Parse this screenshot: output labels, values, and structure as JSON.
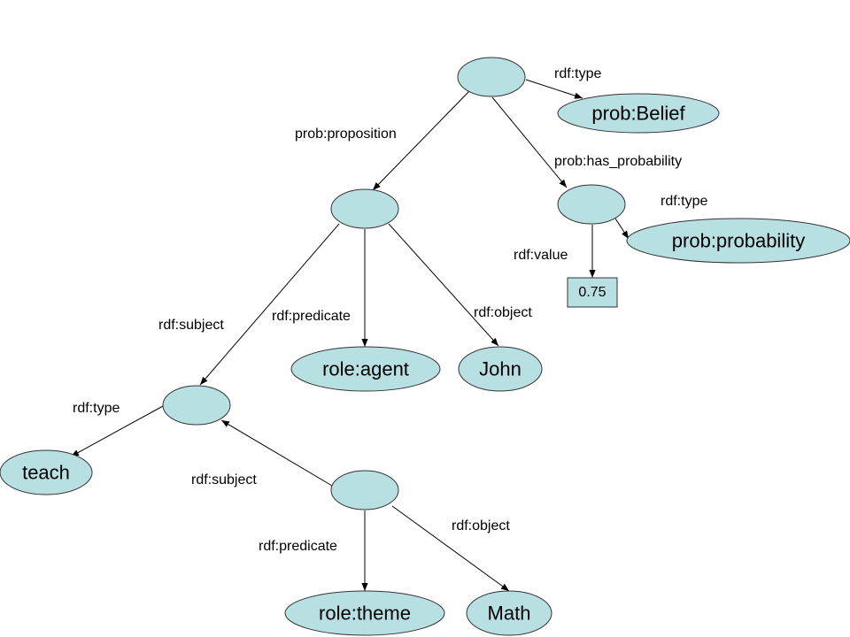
{
  "diagram": {
    "title": "",
    "colors": {
      "node_fill": "#b8dfe2",
      "node_stroke": "#333333",
      "edge": "#000000"
    },
    "nodes": [
      {
        "id": "belief",
        "label": ""
      },
      {
        "id": "prob_belief",
        "label": "prob:Belief"
      },
      {
        "id": "prop",
        "label": ""
      },
      {
        "id": "prob_node",
        "label": ""
      },
      {
        "id": "prob_probability",
        "label": "prob:probability"
      },
      {
        "id": "value",
        "label": "0.75",
        "kind": "literal"
      },
      {
        "id": "role_agent",
        "label": "role:agent"
      },
      {
        "id": "john",
        "label": "John"
      },
      {
        "id": "event",
        "label": ""
      },
      {
        "id": "teach",
        "label": "teach"
      },
      {
        "id": "stmt2",
        "label": ""
      },
      {
        "id": "role_theme",
        "label": "role:theme"
      },
      {
        "id": "math",
        "label": "Math"
      }
    ],
    "edges": [
      {
        "from": "belief",
        "to": "prob_belief",
        "label": "rdf:type"
      },
      {
        "from": "belief",
        "to": "prop",
        "label": "prob:proposition"
      },
      {
        "from": "belief",
        "to": "prob_node",
        "label": "prob:has_probability"
      },
      {
        "from": "prob_node",
        "to": "prob_probability",
        "label": "rdf:type"
      },
      {
        "from": "prob_node",
        "to": "value",
        "label": "rdf:value"
      },
      {
        "from": "prop",
        "to": "event",
        "label": "rdf:subject"
      },
      {
        "from": "prop",
        "to": "role_agent",
        "label": "rdf:predicate"
      },
      {
        "from": "prop",
        "to": "john",
        "label": "rdf:object"
      },
      {
        "from": "event",
        "to": "teach",
        "label": "rdf:type"
      },
      {
        "from": "stmt2",
        "to": "event",
        "label": "rdf:subject"
      },
      {
        "from": "stmt2",
        "to": "role_theme",
        "label": "rdf:predicate"
      },
      {
        "from": "stmt2",
        "to": "math",
        "label": "rdf:object"
      }
    ]
  }
}
